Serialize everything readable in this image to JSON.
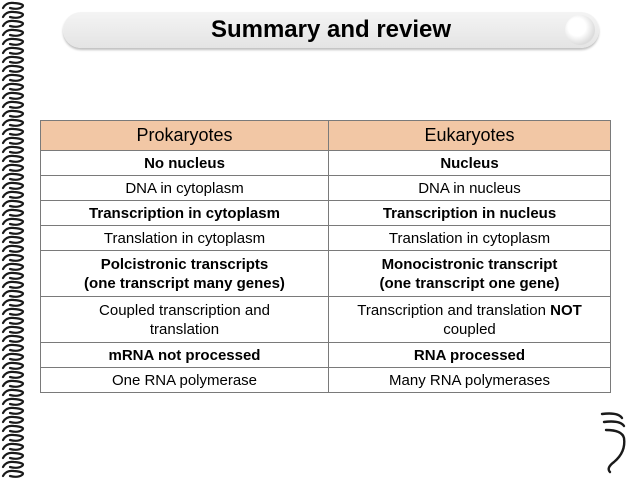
{
  "slide": {
    "title": "Summary and review"
  },
  "table": {
    "headers": [
      "Prokaryotes",
      "Eukaryotes"
    ],
    "rows": [
      {
        "left": "No nucleus",
        "right": "Nucleus",
        "bold_left": true,
        "bold_right": true
      },
      {
        "left": "DNA in cytoplasm",
        "right": "DNA in nucleus",
        "bold_left": false,
        "bold_right": false
      },
      {
        "left": "Transcription in cytoplasm",
        "right": "Transcription in nucleus",
        "bold_left": true,
        "bold_right": true
      },
      {
        "left": "Translation in cytoplasm",
        "right": "Translation in cytoplasm",
        "bold_left": false,
        "bold_right": false
      },
      {
        "left_1": "Polcistronic transcripts",
        "left_2": "(one transcript many genes)",
        "right_1": "Monocistronic transcript",
        "right_2": "(one transcript one gene)",
        "bold_left": true,
        "bold_right": true
      },
      {
        "left_1": "Coupled transcription and",
        "left_2": "translation",
        "right_1": "Transcription and translation",
        "right_emph": "NOT",
        "right_2": "coupled"
      },
      {
        "left": "mRNA not processed",
        "right": "RNA processed",
        "bold_left": true,
        "bold_right": true
      },
      {
        "left": "One RNA polymerase",
        "right": "Many RNA polymerases",
        "bold_left": false,
        "bold_right": false
      }
    ]
  },
  "colors": {
    "header_bg": "#f2c7a5",
    "border": "#7a7a7a"
  },
  "icons": [
    "spiral-binding-icon",
    "curl-ornament-icon"
  ]
}
